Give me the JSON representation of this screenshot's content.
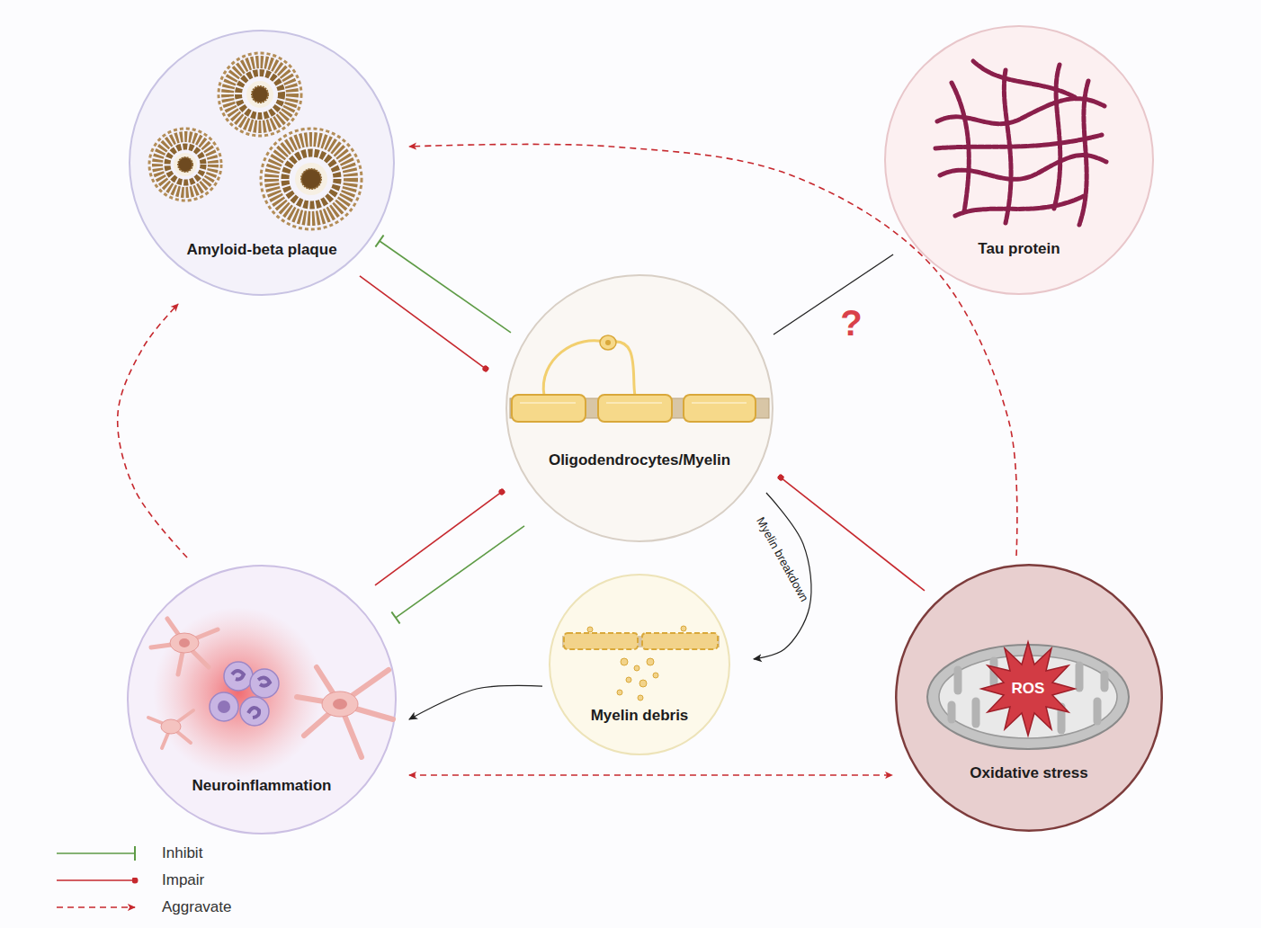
{
  "diagram": {
    "nodes": [
      {
        "text": [
          "Amyloid-beta plaque"
        ]
      },
      {
        "text": [
          "Tau protein"
        ]
      },
      {
        "text": [
          "Oligodendrocytes/Myelin"
        ]
      },
      {
        "text": [
          "Myelin debris"
        ]
      },
      {
        "text": [
          "Neuroinflammation"
        ]
      },
      {
        "text": [
          "Oxidative stress"
        ]
      }
    ],
    "edges": [
      {
        "from": 0,
        "to": 2,
        "arrow": "to"
      },
      {
        "from": 2,
        "to": 0,
        "arrow": "to"
      },
      {
        "from": 2,
        "to": 1,
        "arrow": "none",
        "label": "?"
      },
      {
        "from": 2,
        "to": 3,
        "arrow": "to",
        "label": "Myelin breakdown"
      },
      {
        "from": 3,
        "to": 4,
        "arrow": "to"
      },
      {
        "from": 4,
        "to": 2,
        "arrow": "to"
      },
      {
        "from": 2,
        "to": 4,
        "arrow": "to"
      },
      {
        "from": 5,
        "to": 2,
        "arrow": "to"
      },
      {
        "from": 4,
        "to": 5,
        "arrow": "both"
      },
      {
        "from": 4,
        "to": 0,
        "arrow": "to"
      },
      {
        "from": 5,
        "to": 0,
        "arrow": "to"
      }
    ],
    "labels": [
      "ROS"
    ],
    "legend": [
      {
        "text": "Inhibit"
      },
      {
        "text": "Impair"
      },
      {
        "text": "Aggravate"
      }
    ]
  }
}
